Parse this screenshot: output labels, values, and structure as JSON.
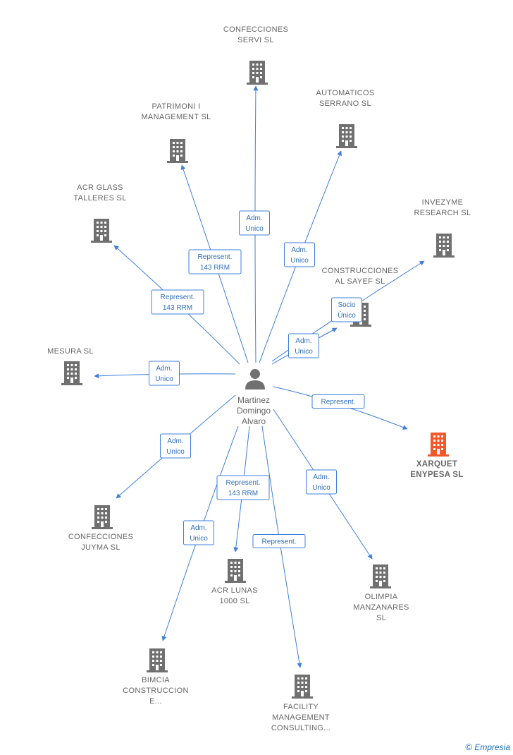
{
  "colors": {
    "edge": "#3f7fd9",
    "building": "#707070",
    "highlight": "#ef5a2c",
    "label": "#666666"
  },
  "center": {
    "lines": [
      "Martinez",
      "Domingo",
      "Alvaro"
    ],
    "icon": "person-icon"
  },
  "nodes": [
    {
      "id": "confecciones-servi",
      "lines": [
        "CONFECCIONES",
        "SERVI  SL"
      ],
      "icon": "building-icon"
    },
    {
      "id": "automaticos-serrano",
      "lines": [
        "AUTOMATICOS",
        "SERRANO  SL"
      ],
      "icon": "building-icon"
    },
    {
      "id": "patrimoni-management",
      "lines": [
        "PATRIMONI I",
        "MANAGEMENT SL"
      ],
      "icon": "building-icon"
    },
    {
      "id": "acr-glass-talleres",
      "lines": [
        "ACR GLASS",
        "TALLERES SL"
      ],
      "icon": "building-icon"
    },
    {
      "id": "invezyme-research",
      "lines": [
        "INVEZYME",
        "RESEARCH  SL"
      ],
      "icon": "building-icon"
    },
    {
      "id": "construcciones-al-sayef",
      "lines": [
        "CONSTRUCCIONES",
        "AL SAYEF  SL"
      ],
      "icon": "building-icon"
    },
    {
      "id": "mesura",
      "lines": [
        "MESURA SL"
      ],
      "icon": "building-icon"
    },
    {
      "id": "xarquet-enypesa",
      "lines": [
        "XARQUET",
        "ENYPESA  SL"
      ],
      "icon": "building-icon",
      "highlight": true
    },
    {
      "id": "confecciones-juyma",
      "lines": [
        "CONFECCIONES",
        "JUYMA  SL"
      ],
      "icon": "building-icon"
    },
    {
      "id": "acr-lunas",
      "lines": [
        "ACR LUNAS",
        "1000 SL"
      ],
      "icon": "building-icon"
    },
    {
      "id": "olimpia-manzanares",
      "lines": [
        "OLIMPIA",
        "MANZANARES",
        "SL"
      ],
      "icon": "building-icon"
    },
    {
      "id": "bimcia-construccion",
      "lines": [
        "BIMCIA",
        "CONSTRUCCION",
        "E..."
      ],
      "icon": "building-icon"
    },
    {
      "id": "facility-management",
      "lines": [
        "FACILITY",
        "MANAGEMENT",
        "CONSULTING..."
      ],
      "icon": "building-icon"
    }
  ],
  "edges": [
    {
      "target": "confecciones-servi",
      "label": [
        "Adm.",
        "Unico"
      ]
    },
    {
      "target": "automaticos-serrano",
      "label": [
        "Adm.",
        "Unico"
      ]
    },
    {
      "target": "patrimoni-management",
      "label": [
        "Represent.",
        "143 RRM"
      ]
    },
    {
      "target": "acr-glass-talleres",
      "label": [
        "Represent.",
        "143 RRM"
      ]
    },
    {
      "target": "invezyme-research",
      "label": [
        "Socio",
        "Único"
      ]
    },
    {
      "target": "construcciones-al-sayef",
      "label": [
        "Adm.",
        "Unico"
      ]
    },
    {
      "target": "mesura",
      "label": [
        "Adm.",
        "Unico"
      ]
    },
    {
      "target": "xarquet-enypesa",
      "label": [
        "Represent."
      ]
    },
    {
      "target": "confecciones-juyma",
      "label": [
        "Adm.",
        "Unico"
      ]
    },
    {
      "target": "acr-lunas",
      "label": [
        "Represent.",
        "143 RRM"
      ]
    },
    {
      "target": "olimpia-manzanares",
      "label": [
        "Adm.",
        "Unico"
      ]
    },
    {
      "target": "bimcia-construccion",
      "label": [
        "Adm.",
        "Unico"
      ]
    },
    {
      "target": "facility-management",
      "label": [
        "Represent."
      ]
    }
  ],
  "watermark": {
    "symbol": "©",
    "brand": "Empresia"
  }
}
